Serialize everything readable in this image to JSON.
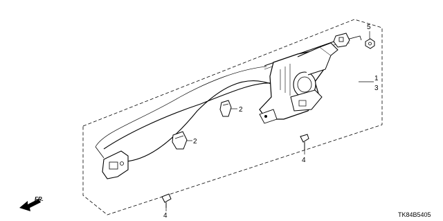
{
  "callouts": {
    "c1": "1",
    "c2a": "2",
    "c2b": "2",
    "c3": "3",
    "c4a": "4",
    "c4b": "4",
    "c5": "5"
  },
  "direction_label": "FR.",
  "diagram_code": "TK84B5405",
  "colors": {
    "line": "#000000",
    "background": "#ffffff"
  }
}
